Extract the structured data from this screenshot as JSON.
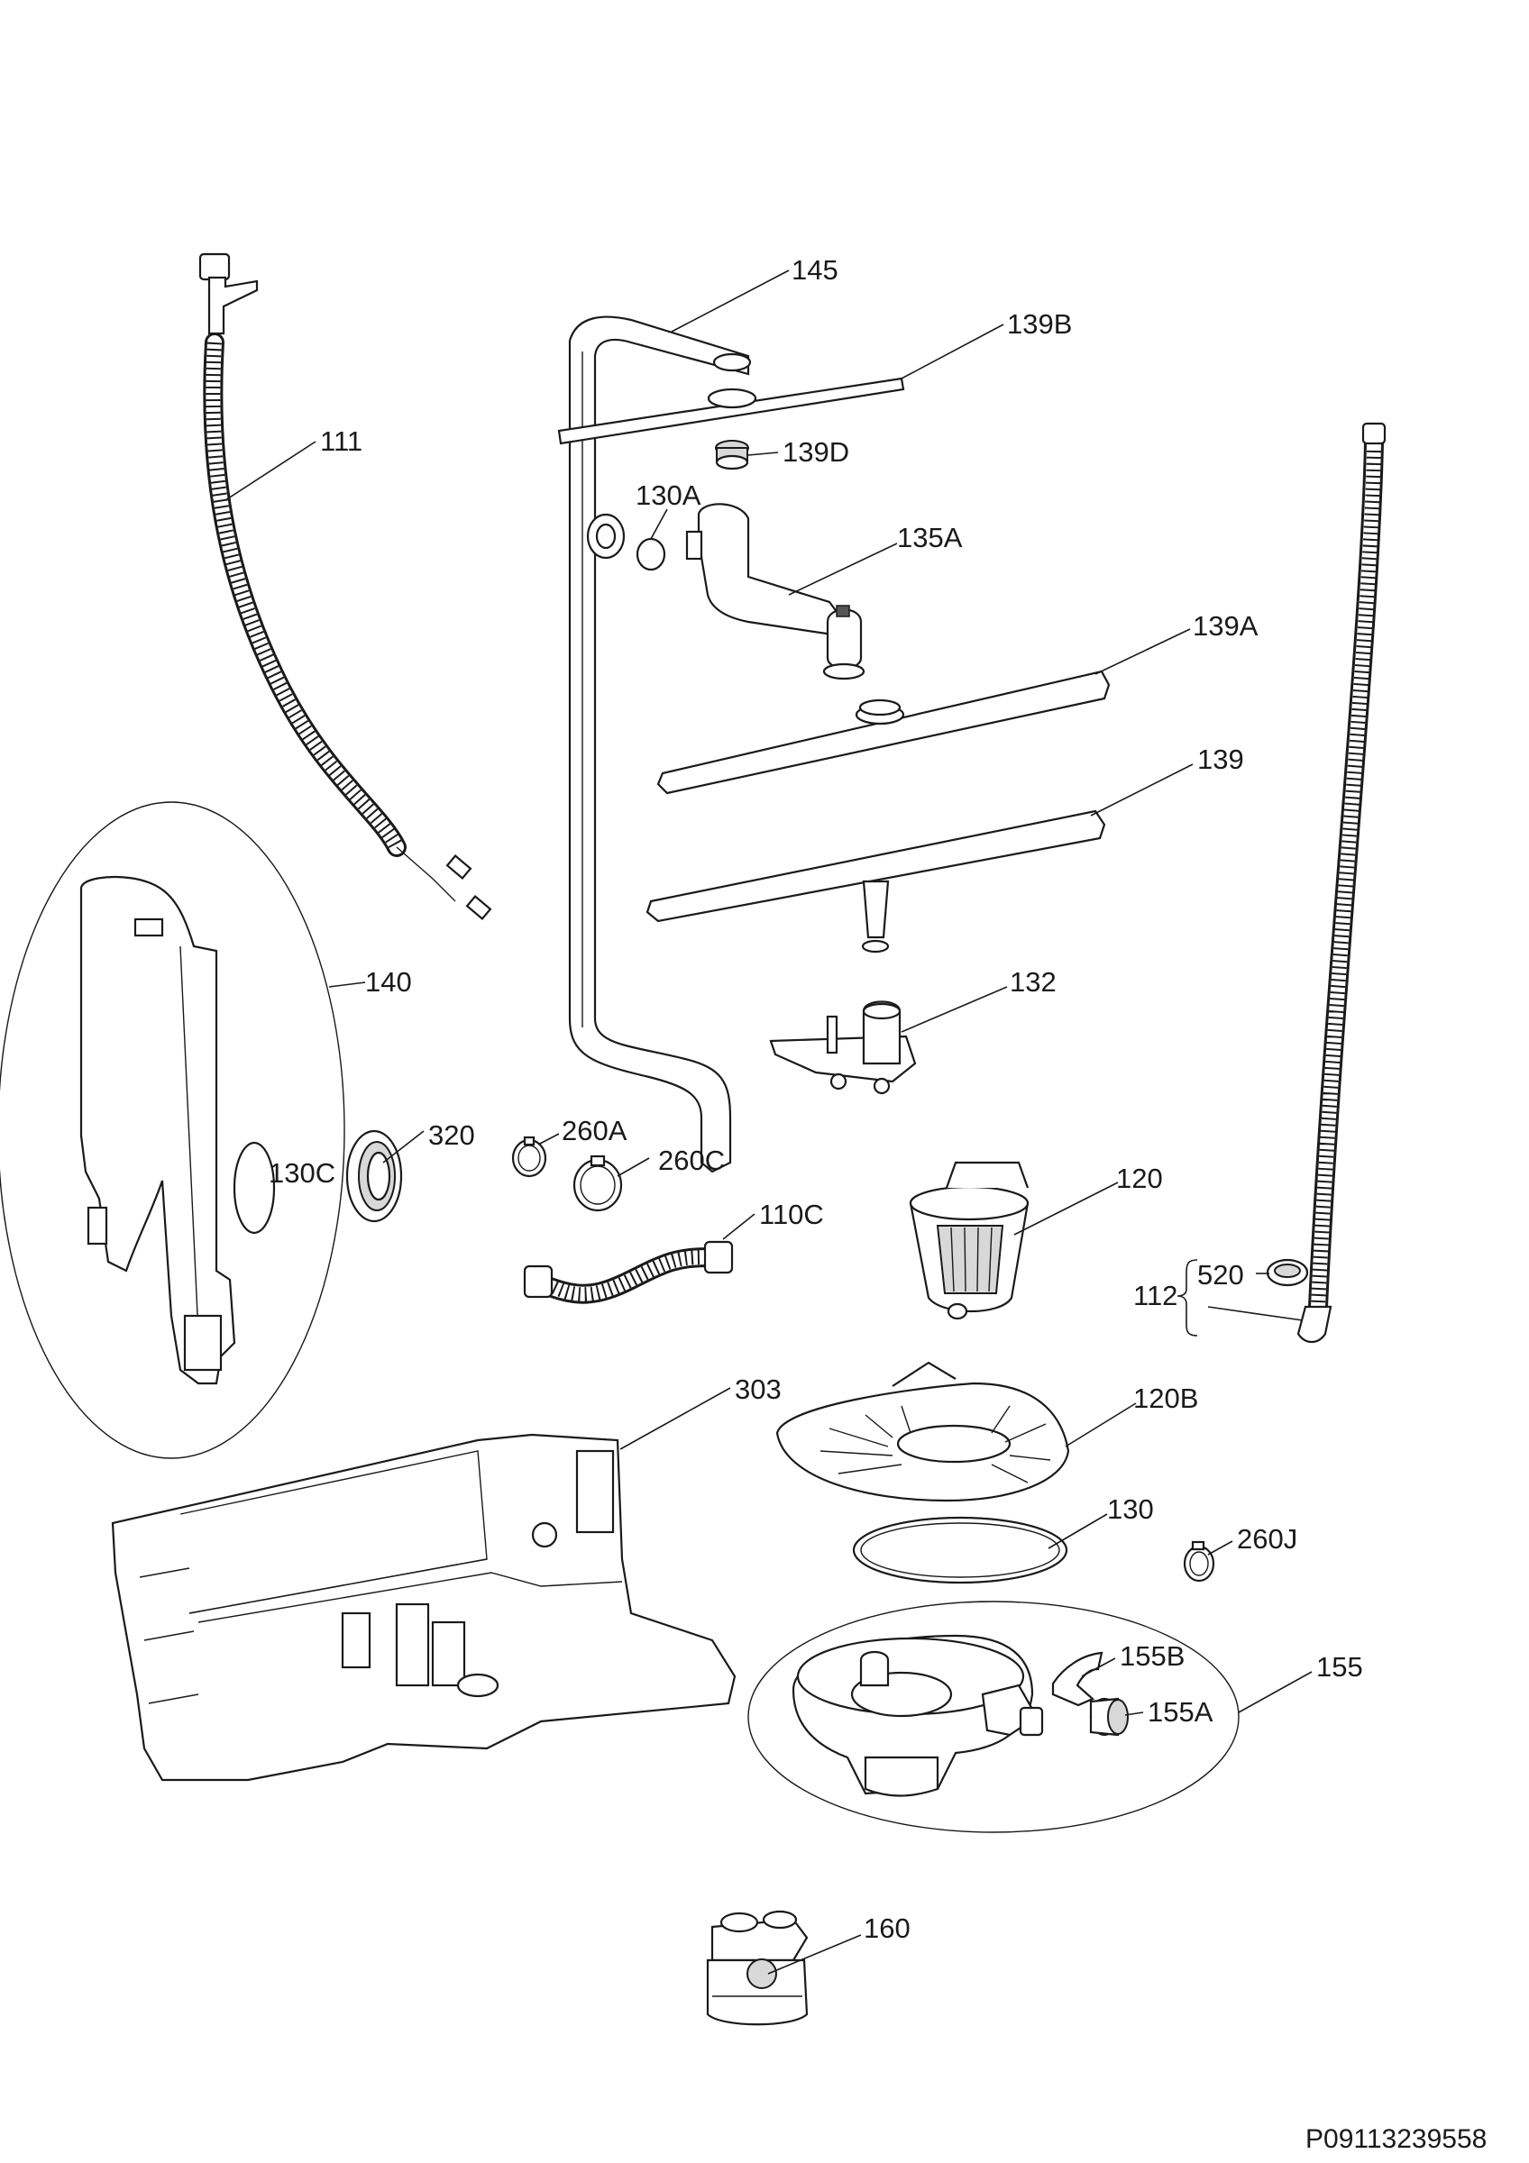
{
  "document_id": "P09113239558",
  "parts": [
    {
      "key": "111",
      "label": "111"
    },
    {
      "key": "145",
      "label": "145"
    },
    {
      "key": "139B",
      "label": "139B"
    },
    {
      "key": "139D",
      "label": "139D"
    },
    {
      "key": "130A",
      "label": "130A"
    },
    {
      "key": "135A",
      "label": "135A"
    },
    {
      "key": "139A",
      "label": "139A"
    },
    {
      "key": "139",
      "label": "139"
    },
    {
      "key": "140",
      "label": "140"
    },
    {
      "key": "132",
      "label": "132"
    },
    {
      "key": "320",
      "label": "320"
    },
    {
      "key": "130C",
      "label": "130C"
    },
    {
      "key": "260A",
      "label": "260A"
    },
    {
      "key": "260C",
      "label": "260C"
    },
    {
      "key": "110C",
      "label": "110C"
    },
    {
      "key": "120",
      "label": "120"
    },
    {
      "key": "520",
      "label": "520"
    },
    {
      "key": "112",
      "label": "112"
    },
    {
      "key": "303",
      "label": "303"
    },
    {
      "key": "120B",
      "label": "120B"
    },
    {
      "key": "130",
      "label": "130"
    },
    {
      "key": "260J",
      "label": "260J"
    },
    {
      "key": "155B",
      "label": "155B"
    },
    {
      "key": "155",
      "label": "155"
    },
    {
      "key": "155A",
      "label": "155A"
    },
    {
      "key": "160",
      "label": "160"
    }
  ]
}
